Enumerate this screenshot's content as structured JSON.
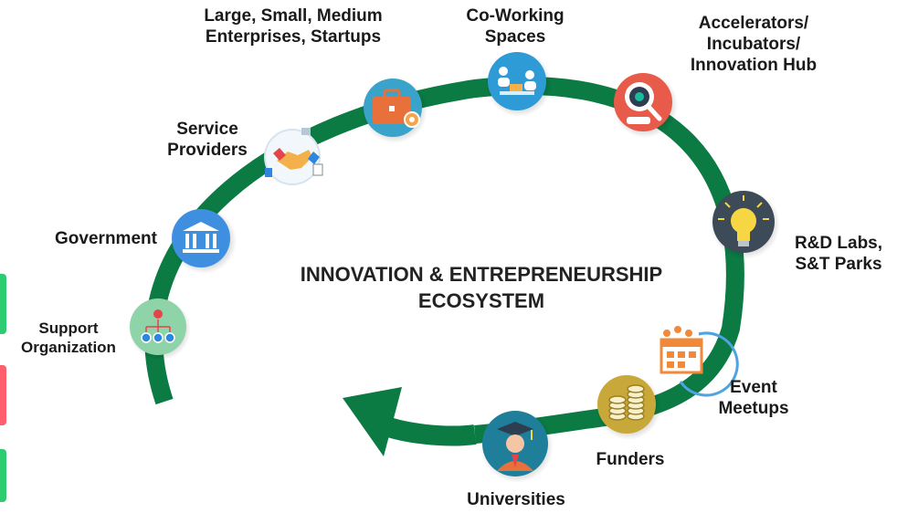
{
  "title_lines": [
    "INNOVATION & ENTREPRENEURSHIP",
    "ECOSYSTEM"
  ],
  "nodes": [
    {
      "key": "support",
      "label_lines": [
        "Support",
        "Organization"
      ],
      "icon": "org-chart-icon",
      "color": "#8fd3a8"
    },
    {
      "key": "government",
      "label_lines": [
        "Government"
      ],
      "icon": "government-building-icon",
      "color": "#3f8fe0"
    },
    {
      "key": "service",
      "label_lines": [
        "Service",
        "Providers"
      ],
      "icon": "handshake-icon",
      "color": "#ffffff"
    },
    {
      "key": "enterprises",
      "label_lines": [
        "Large, Small, Medium",
        "Enterprises, Startups"
      ],
      "icon": "briefcase-icon",
      "color": "#e8703a"
    },
    {
      "key": "coworking",
      "label_lines": [
        "Co-Working",
        "Spaces"
      ],
      "icon": "meeting-icon",
      "color": "#2e9ad6"
    },
    {
      "key": "accelerators",
      "label_lines": [
        "Accelerators/",
        "Incubators/",
        "Innovation Hub"
      ],
      "icon": "brain-gear-icon",
      "color": "#e85b4a"
    },
    {
      "key": "rnd",
      "label_lines": [
        "R&D Labs,",
        "S&T Parks"
      ],
      "icon": "lightbulb-icon",
      "color": "#3d4a57"
    },
    {
      "key": "events",
      "label_lines": [
        "Event",
        "Meetups"
      ],
      "icon": "calendar-people-icon",
      "color": "#f08a3a"
    },
    {
      "key": "funders",
      "label_lines": [
        "Funders"
      ],
      "icon": "coins-icon",
      "color": "#c9a83a"
    },
    {
      "key": "universities",
      "label_lines": [
        "Universities"
      ],
      "icon": "graduate-icon",
      "color": "#1f7f9a"
    }
  ],
  "colors": {
    "ring": "#0b7a43",
    "edge_tabs": [
      "#2ecc71",
      "#ff5f6d",
      "#2ecc71"
    ]
  }
}
